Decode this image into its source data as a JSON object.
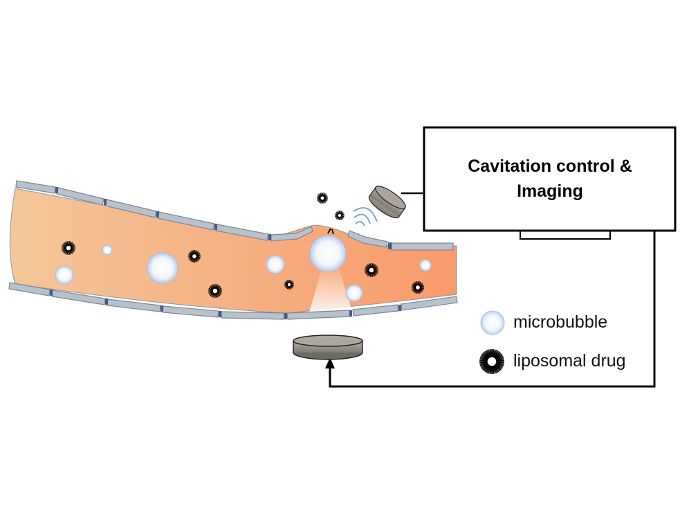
{
  "control_box": {
    "title_line1": "Cavitation control &",
    "title_line2": "Imaging"
  },
  "legend": {
    "microbubble_label": "microbubble",
    "liposome_label": "liposomal drug"
  },
  "colors": {
    "vessel_left": "#f3c79a",
    "vessel_right": "#f99a6b",
    "vessel_wall": "#b9c2cb",
    "wall_joint": "#3d5f8c",
    "microbubble": "#dbe8f7",
    "transducer": "#9a958e",
    "wire": "#000000"
  },
  "icons": [
    "microbubble-icon",
    "liposome-icon",
    "transducer-icon",
    "ultrasound-wave-icon",
    "arrow-up-icon"
  ]
}
